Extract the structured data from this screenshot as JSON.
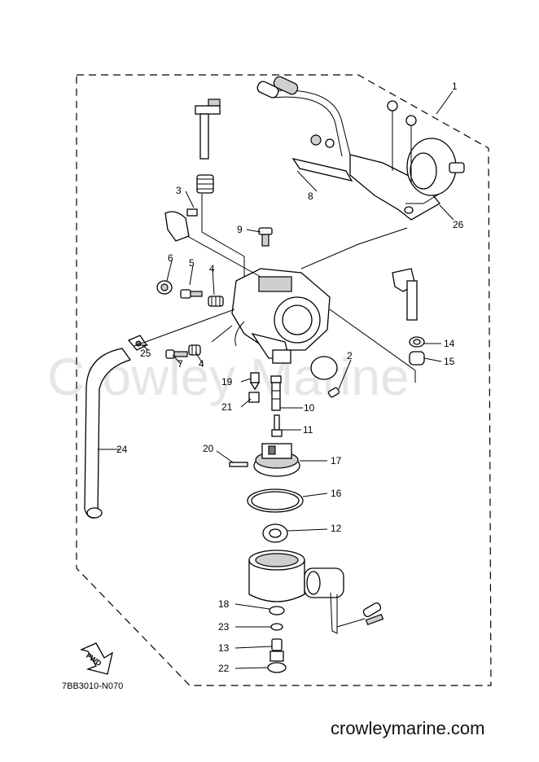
{
  "diagram": {
    "part_labels": {
      "p1": "1",
      "p2": "2",
      "p3": "3",
      "p4a": "4",
      "p4b": "4",
      "p5": "5",
      "p6": "6",
      "p7": "7",
      "p8": "8",
      "p9": "9",
      "p10": "10",
      "p11": "11",
      "p12": "12",
      "p13": "13",
      "p14": "14",
      "p15": "15",
      "p16": "16",
      "p17": "17",
      "p18": "18",
      "p19": "19",
      "p20": "20",
      "p21": "21",
      "p22": "22",
      "p23": "23",
      "p24": "24",
      "p25": "25",
      "p26": "26"
    },
    "drawing_code": "7BB3010-N070",
    "fwd_label": "FWD"
  },
  "watermark": {
    "brand": "Crowley Marine",
    "site": "crowleymarine.com"
  }
}
